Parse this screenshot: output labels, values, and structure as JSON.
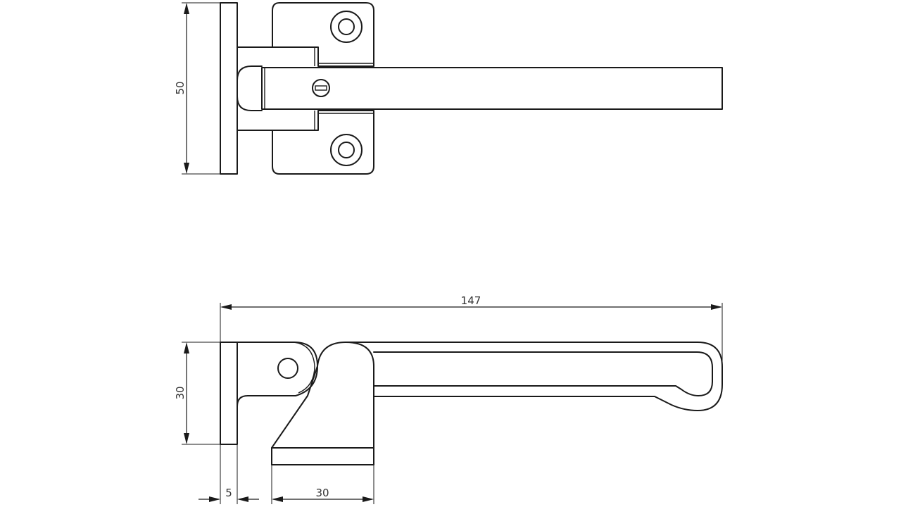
{
  "drawing": {
    "dimensions": {
      "height_top": "50",
      "height_side": "30",
      "total_length": "147",
      "plate_thickness": "5",
      "catch_width": "30"
    },
    "colors": {
      "line": "#1a1a1a",
      "text": "#333333",
      "background": "#ffffff"
    }
  }
}
